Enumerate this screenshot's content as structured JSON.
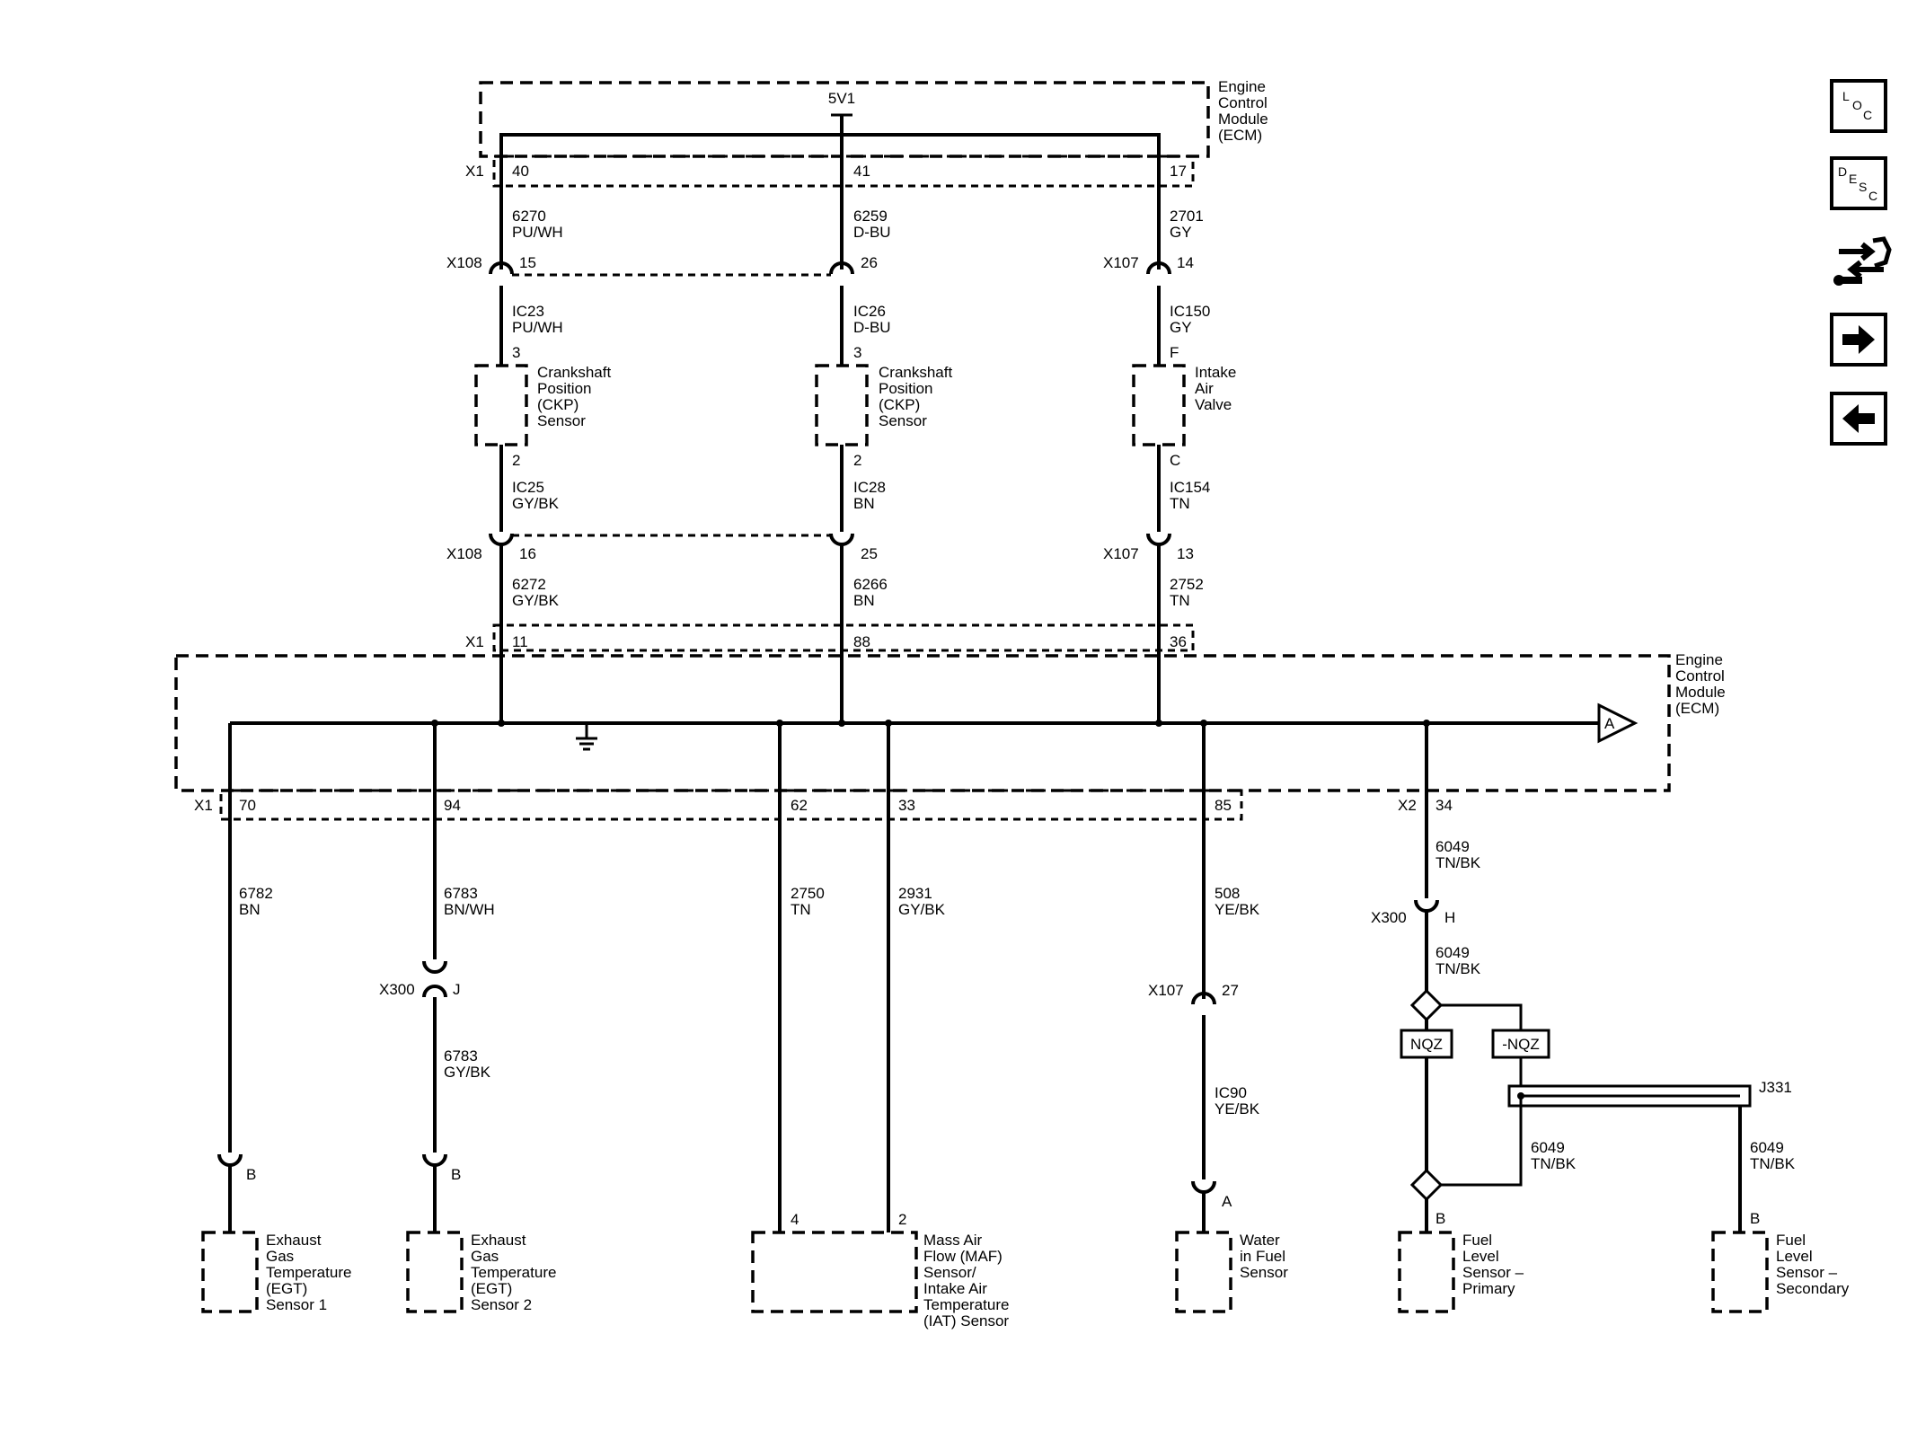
{
  "nav": {
    "loc": [
      "L",
      "O",
      "C"
    ],
    "desc": [
      "D",
      "E",
      "S",
      "C"
    ],
    "colors": {
      "stroke": "#000000",
      "background": "#ffffff"
    },
    "icons": [
      "loc-icon",
      "desc-icon",
      "connector-end-view-icon",
      "next-arrow-icon",
      "previous-arrow-icon"
    ]
  },
  "ecm_top": {
    "label": [
      "Engine",
      "Control",
      "Module",
      "(ECM)"
    ],
    "supply": "5V1"
  },
  "ecm_main": {
    "label": [
      "Engine",
      "Control",
      "Module",
      "(ECM)"
    ],
    "output": "A"
  },
  "connectors": {
    "x1": "X1",
    "x2": "X2",
    "x108": "X108",
    "x107": "X107",
    "x300": "X300",
    "j331": "J331"
  },
  "circuits": {
    "c1": {
      "pin_ecm_top": "40",
      "wire1": [
        "6270",
        "PU/WH"
      ],
      "pin_x108a": "15",
      "wire2": [
        "IC23",
        "PU/WH"
      ],
      "pin_sensor_a": "3",
      "sensor": [
        "Crankshaft",
        "Position",
        "(CKP)",
        "Sensor"
      ],
      "pin_sensor_b": "2",
      "wire3": [
        "IC25",
        "GY/BK"
      ],
      "pin_x108b": "16",
      "wire4": [
        "6272",
        "GY/BK"
      ],
      "pin_ecm_bottom": "11"
    },
    "c2": {
      "pin_ecm_top": "41",
      "wire1": [
        "6259",
        "D-BU"
      ],
      "pin_x108a": "26",
      "wire2": [
        "IC26",
        "D-BU"
      ],
      "pin_sensor_a": "3",
      "sensor": [
        "Crankshaft",
        "Position",
        "(CKP)",
        "Sensor"
      ],
      "pin_sensor_b": "2",
      "wire3": [
        "IC28",
        "BN"
      ],
      "pin_x108b": "25",
      "wire4": [
        "6266",
        "BN"
      ],
      "pin_ecm_bottom": "88"
    },
    "c3": {
      "pin_ecm_top": "17",
      "wire1": [
        "2701",
        "GY"
      ],
      "pin_x107a": "14",
      "wire2": [
        "IC150",
        "GY"
      ],
      "pin_sensor_a": "F",
      "sensor": [
        "Intake",
        "Air",
        "Valve"
      ],
      "pin_sensor_b": "C",
      "wire3": [
        "IC154",
        "TN"
      ],
      "pin_x107b": "13",
      "wire4": [
        "2752",
        "TN"
      ],
      "pin_ecm_bottom": "36"
    }
  },
  "outputs": {
    "egt1": {
      "pin_ecm": "70",
      "wire": [
        "6782",
        "BN"
      ],
      "pin_sensor": "B",
      "sensor": [
        "Exhaust",
        "Gas",
        "Temperature",
        "(EGT)",
        "Sensor 1"
      ]
    },
    "egt2": {
      "pin_ecm": "94",
      "wire1": [
        "6783",
        "BN/WH"
      ],
      "pin_x300": "J",
      "wire2": [
        "6783",
        "GY/BK"
      ],
      "pin_sensor": "B",
      "sensor": [
        "Exhaust",
        "Gas",
        "Temperature",
        "(EGT)",
        "Sensor 2"
      ]
    },
    "maf": {
      "pin_ecm_a": "62",
      "pin_ecm_b": "33",
      "wire_a": [
        "2750",
        "TN"
      ],
      "wire_b": [
        "2931",
        "GY/BK"
      ],
      "pin_sensor_a": "4",
      "pin_sensor_b": "2",
      "sensor": [
        "Mass Air",
        "Flow (MAF)",
        "Sensor/",
        "Intake Air",
        "Temperature",
        "(IAT) Sensor"
      ]
    },
    "wif": {
      "pin_ecm": "85",
      "wire1": [
        "508",
        "YE/BK"
      ],
      "pin_x107": "27",
      "wire2": [
        "IC90",
        "YE/BK"
      ],
      "pin_sensor": "A",
      "sensor": [
        "Water",
        "in Fuel",
        "Sensor"
      ]
    },
    "fuel": {
      "pin_ecm": "34",
      "wire1": [
        "6049",
        "TN/BK"
      ],
      "pin_x300": "H",
      "wire2": [
        "6049",
        "TN/BK"
      ],
      "option_a": "NQZ",
      "option_b": "-NQZ",
      "wire3": [
        "6049",
        "TN/BK"
      ],
      "wire4": [
        "6049",
        "TN/BK"
      ],
      "pin_primary": "B",
      "pin_secondary": "B",
      "sensor_primary": [
        "Fuel",
        "Level",
        "Sensor –",
        "Primary"
      ],
      "sensor_secondary": [
        "Fuel",
        "Level",
        "Sensor –",
        "Secondary"
      ]
    }
  }
}
